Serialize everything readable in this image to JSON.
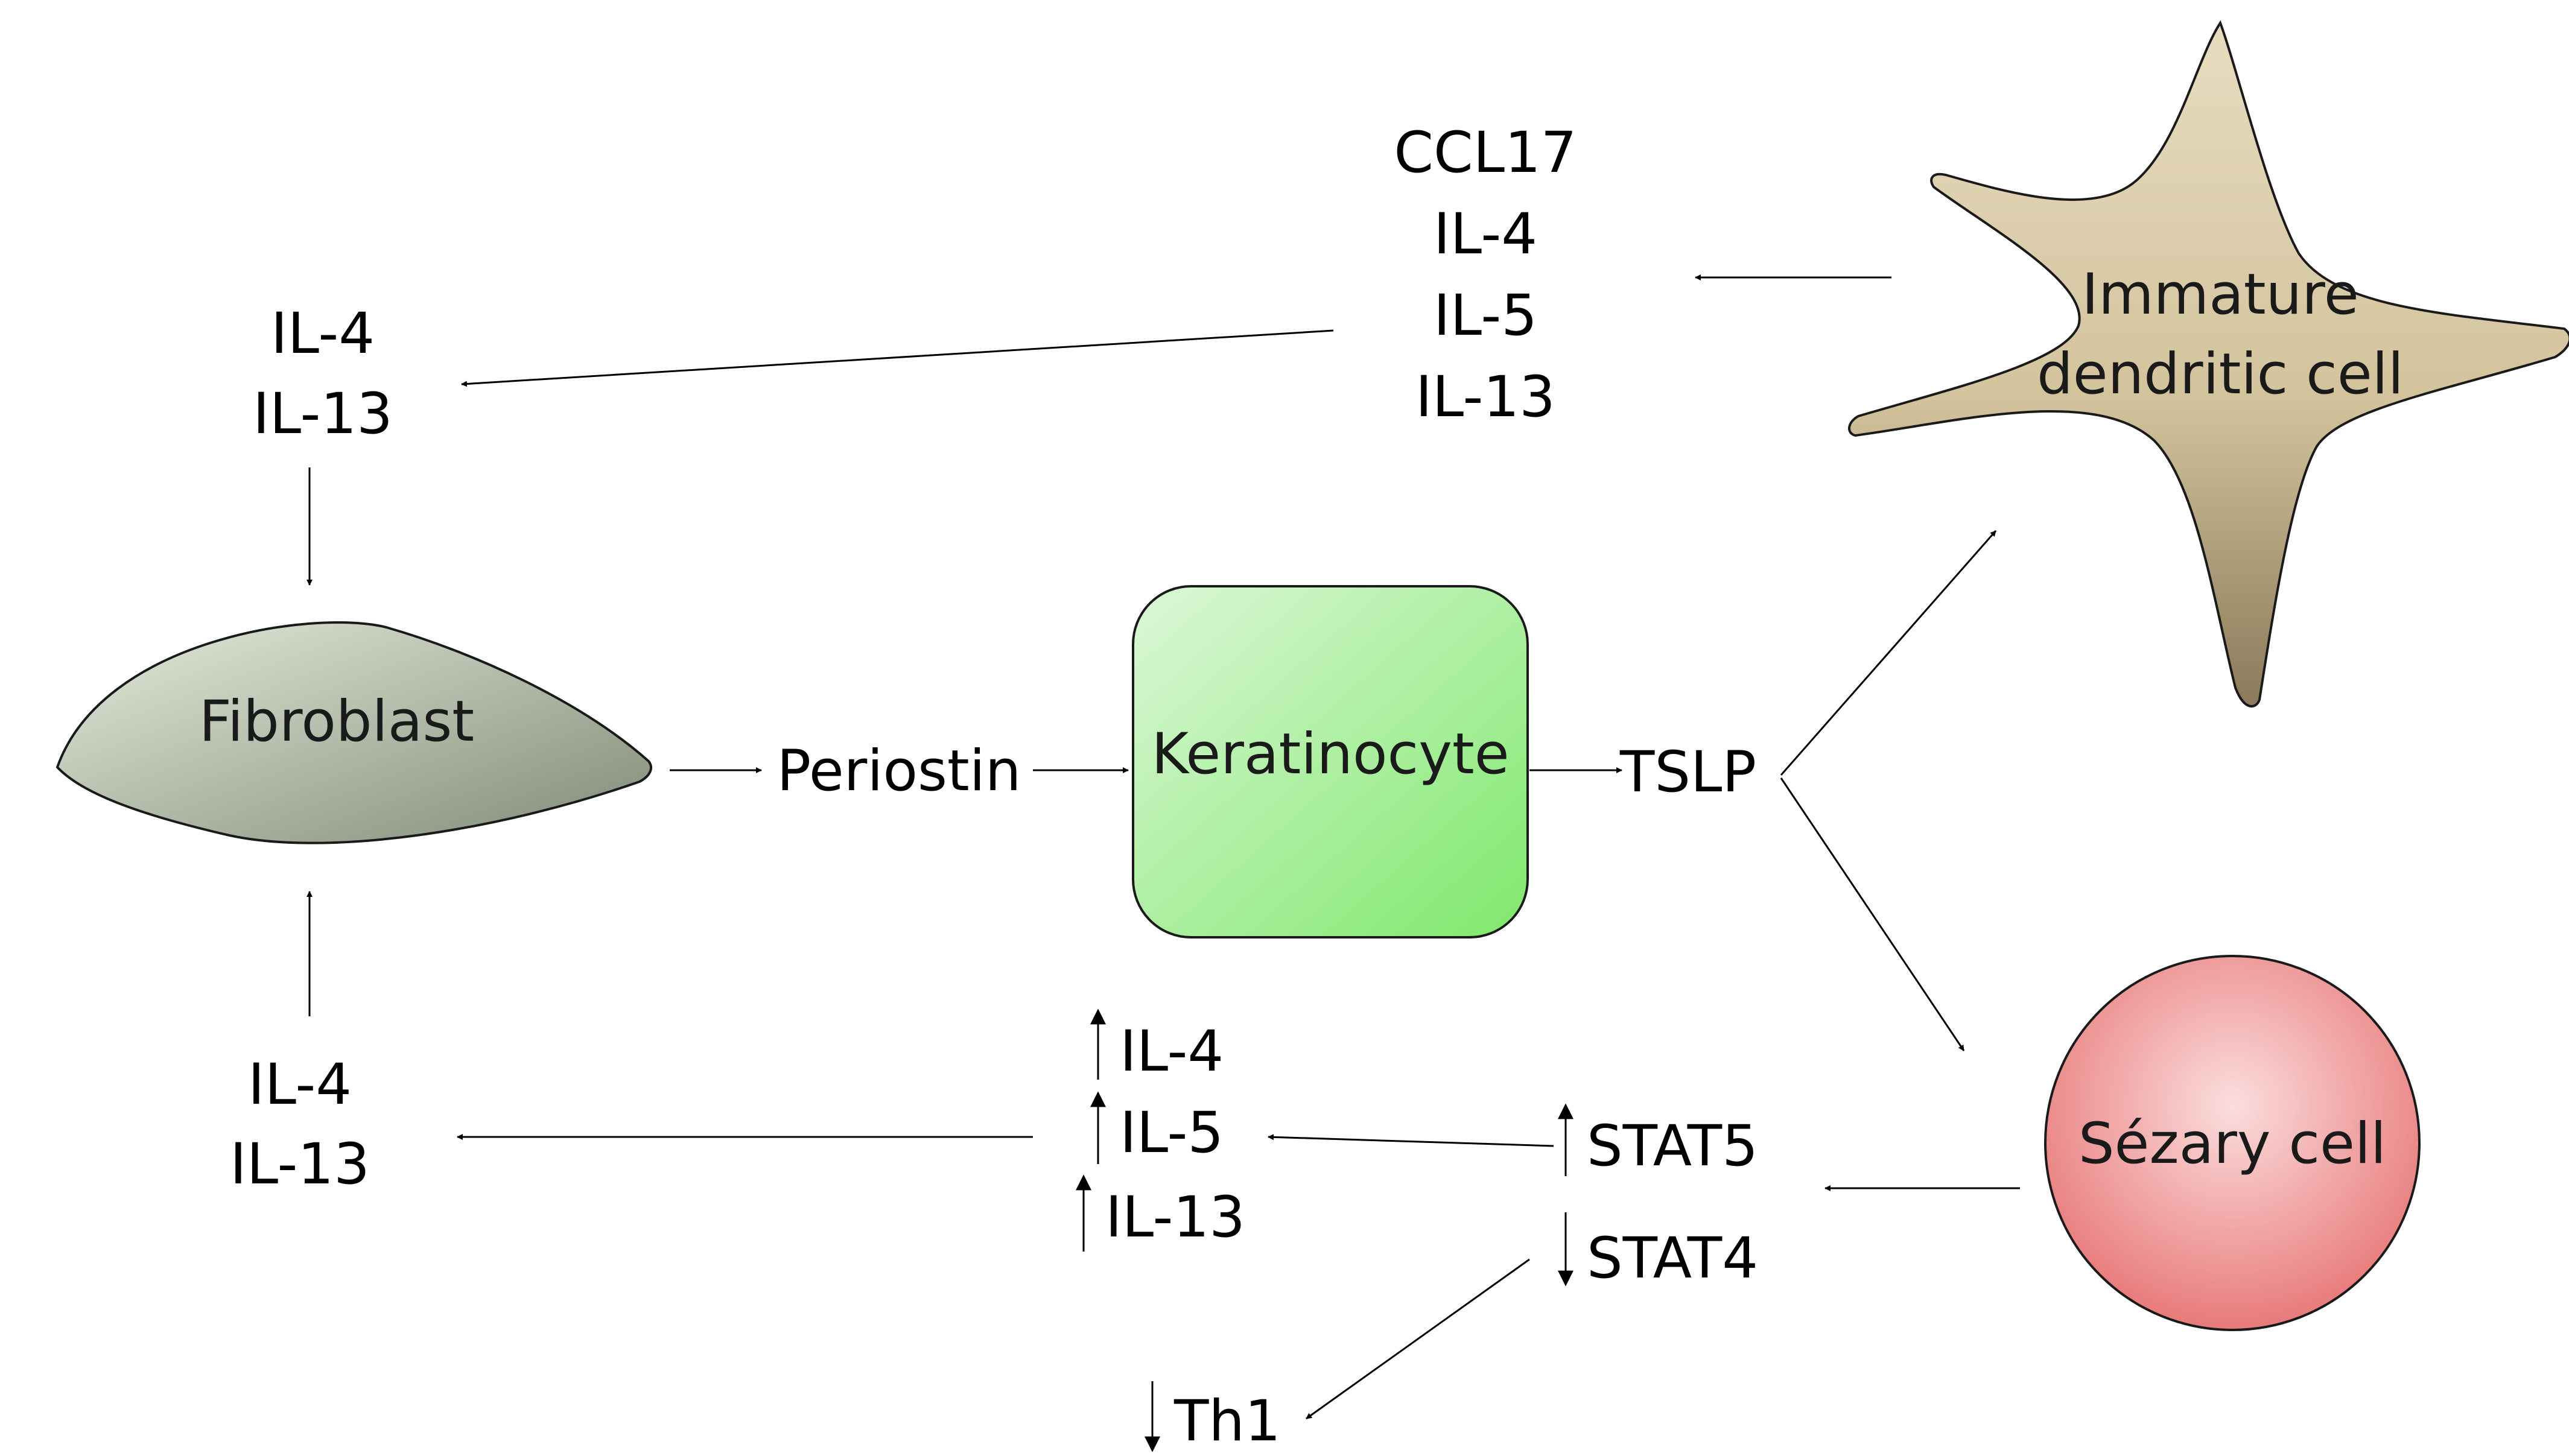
{
  "cells": {
    "fibroblast": "Fibroblast",
    "keratinocyte": "Keratinocyte",
    "dendritic_line1": "Immature",
    "dendritic_line2": "dendritic cell",
    "sezary": "Sézary cell"
  },
  "labels": {
    "top_cytokines": [
      "CCL17",
      "IL-4",
      "IL-5",
      "IL-13"
    ],
    "top_left": [
      "IL-4",
      "IL-13"
    ],
    "periostin": "Periostin",
    "tslp": "TSLP",
    "bottom_left": [
      "IL-4",
      "IL-13"
    ],
    "bottom_mid": [
      "IL-4",
      "IL-5",
      "IL-13"
    ],
    "stat5": "STAT5",
    "stat4": "STAT4",
    "th1": "Th1"
  },
  "colors": {
    "fibroblast_fill_light": "#e4ecdb",
    "fibroblast_fill_dark": "#7f8a76",
    "keratinocyte_fill_light": "#dcf7d8",
    "keratinocyte_fill_dark": "#7fe86c",
    "dendritic_fill_light": "#e8dcc0",
    "dendritic_fill_dark": "#8a7a5a",
    "sezary_fill_light": "#fbdddd",
    "sezary_fill_dark": "#e87a7a"
  }
}
